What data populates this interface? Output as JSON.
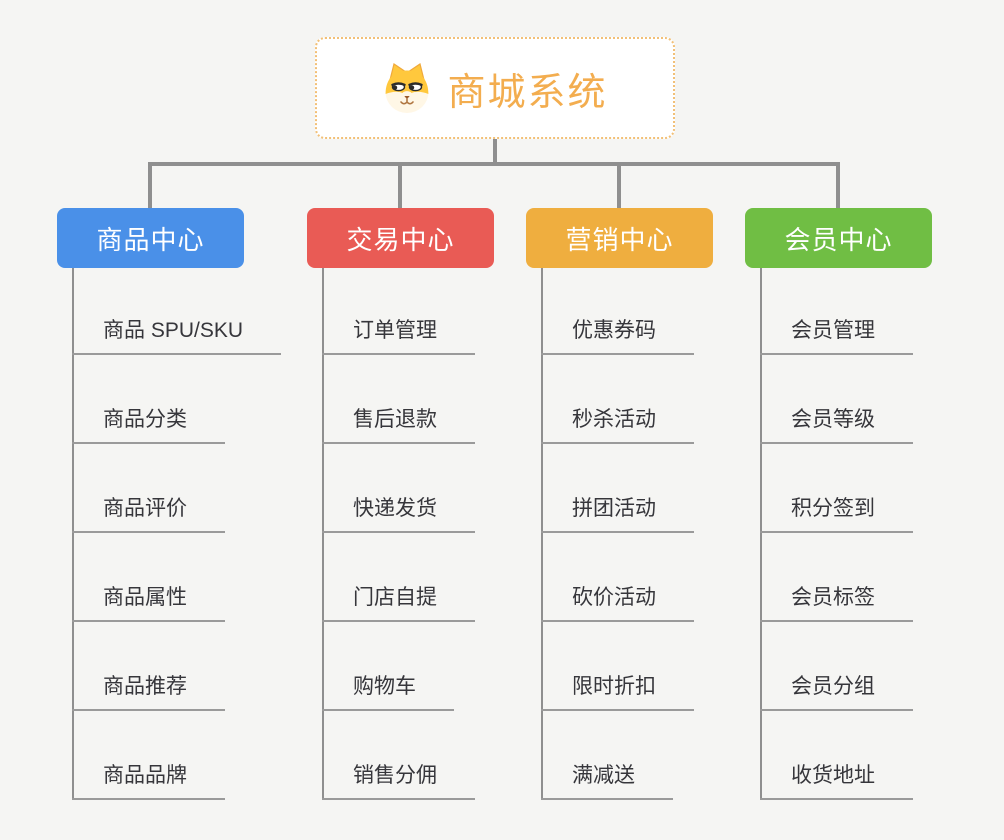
{
  "canvas": {
    "background": "#F5F5F3"
  },
  "root": {
    "title": "商城系统",
    "icon": "shiba-dog-face-icon",
    "text_color": "#F3AD4F",
    "border_color": "#F2C077",
    "background": "#FFFFFF"
  },
  "connector_color": "#8F8F8F",
  "underline_color": "#9A9A9A",
  "item_text_color": "#36363B",
  "branches": [
    {
      "label": "商品中心",
      "color": "#4A90E8",
      "items": [
        "商品 SPU/SKU",
        "商品分类",
        "商品评价",
        "商品属性",
        "商品推荐",
        "商品品牌"
      ]
    },
    {
      "label": "交易中心",
      "color": "#E95B55",
      "items": [
        "订单管理",
        "售后退款",
        "快递发货",
        "门店自提",
        "购物车",
        "销售分佣"
      ]
    },
    {
      "label": "营销中心",
      "color": "#EFAE3F",
      "items": [
        "优惠券码",
        "秒杀活动",
        "拼团活动",
        "砍价活动",
        "限时折扣",
        "满减送"
      ]
    },
    {
      "label": "会员中心",
      "color": "#70BE44",
      "items": [
        "会员管理",
        "会员等级",
        "积分签到",
        "会员标签",
        "会员分组",
        "收货地址"
      ]
    }
  ]
}
